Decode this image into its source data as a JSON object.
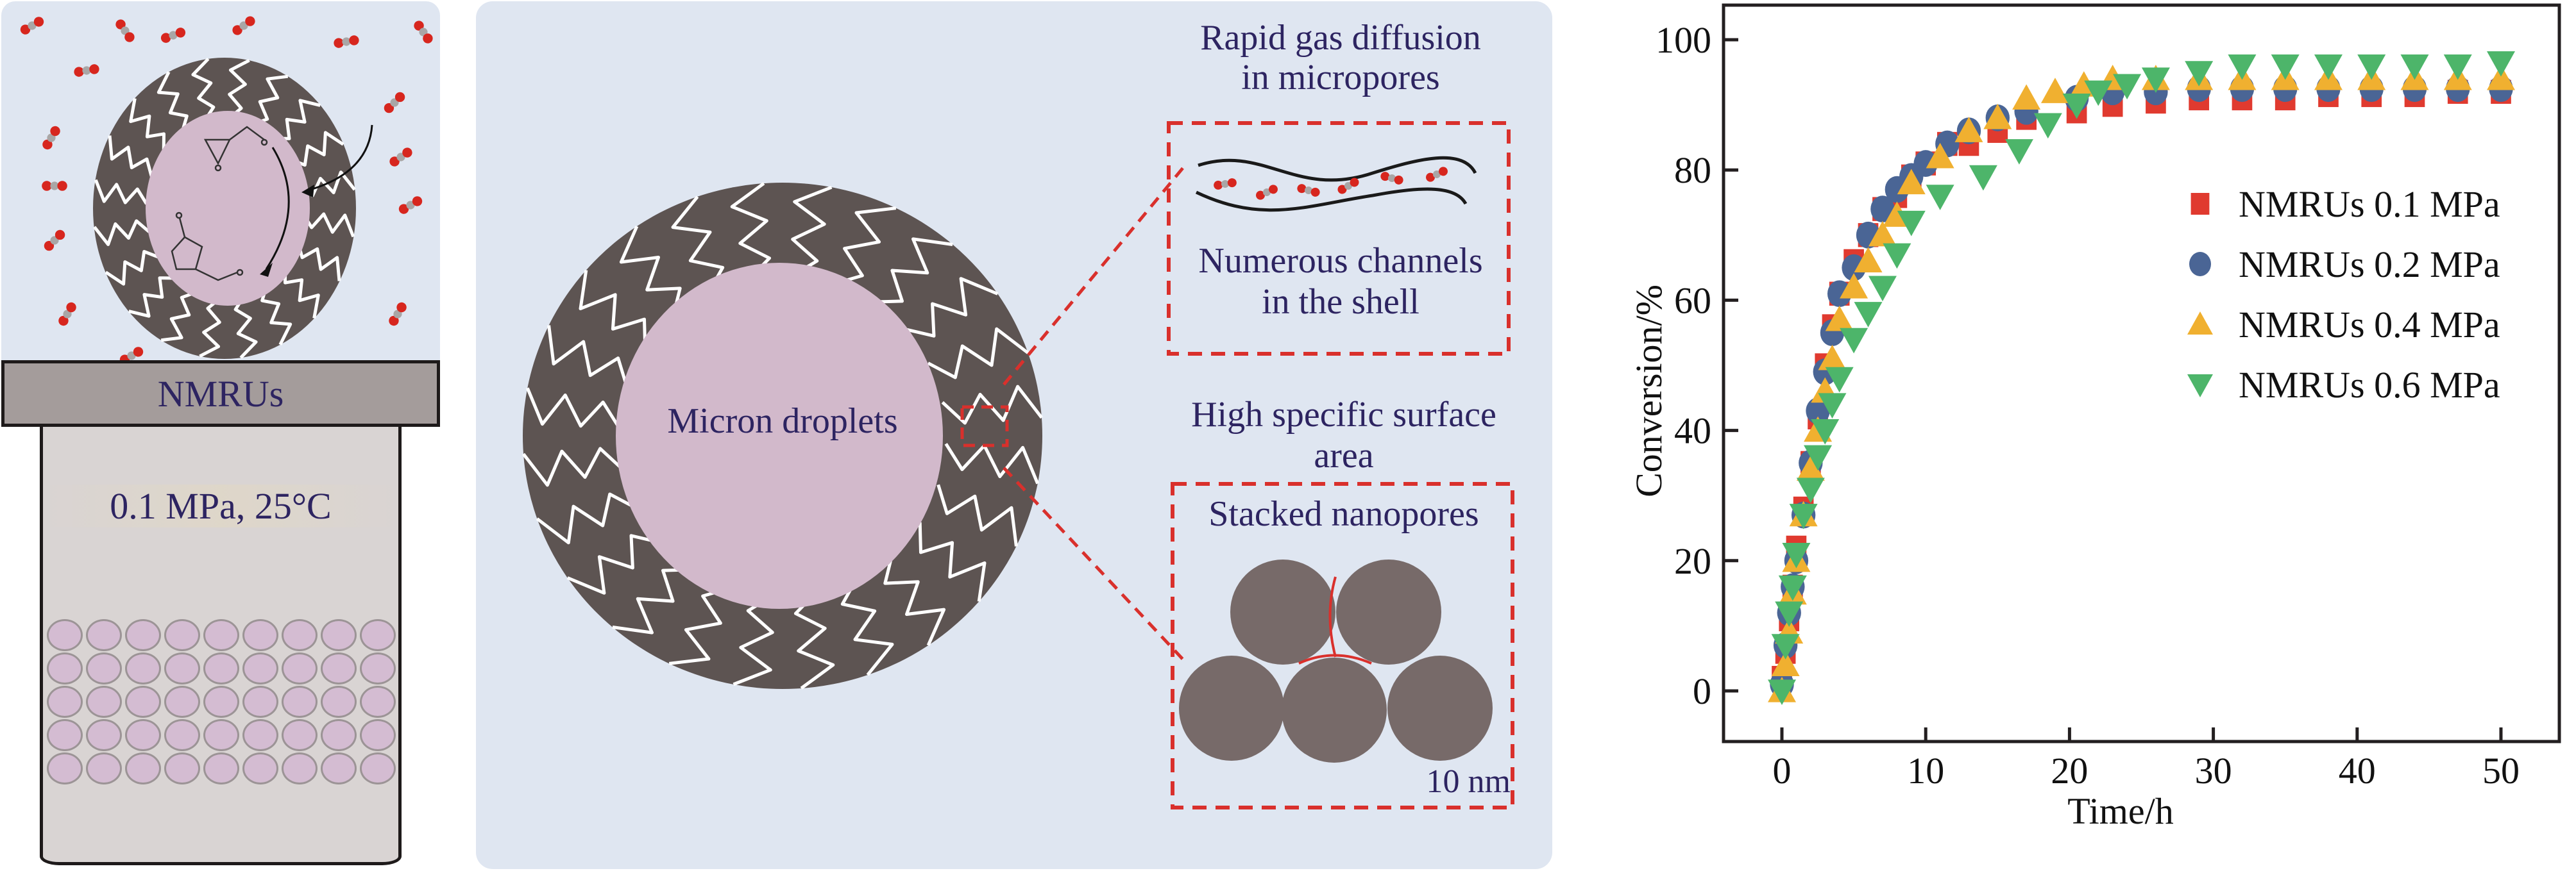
{
  "left_panel": {
    "reaction_scheme": {
      "reactant_icon": "epoxide-structure",
      "product_icon": "cyclic-carbonate-structure",
      "gas_icon": "co2-molecule"
    },
    "vessel": {
      "lid_label": "NMRUs",
      "condition_label": "0.1 MPa, 25°C",
      "droplet_rows": 5,
      "droplet_cols": 9
    }
  },
  "middle_panel": {
    "droplet_label": "Micron droplets",
    "micropore_title": "Rapid gas diffusion\nin micropores",
    "micropore_title_lines": [
      "Rapid gas diffusion",
      "in micropores"
    ],
    "channel_caption_lines": [
      "Numerous channels",
      "in the shell"
    ],
    "surface_title_lines": [
      "High specific surface",
      "area"
    ],
    "nanopore_caption": "Stacked nanopores",
    "scale_label": "10 nm"
  },
  "colors": {
    "panel_bg": "#dfe6f1",
    "shell": "#5d5452",
    "core": "#d2b9cb",
    "label_text": "#2d2461",
    "dash_red": "#d9302c",
    "lid": "#a49c9b",
    "vessel_body": "#d9d4d3",
    "vessel_droplet": "#d4bcd2",
    "nanoparticle": "#776a69"
  },
  "chart_data": {
    "type": "scatter",
    "title": "",
    "xlabel": "Time/h",
    "ylabel": "Conversion/%",
    "xlim": [
      -4,
      54
    ],
    "ylim": [
      -8,
      105
    ],
    "xticks": [
      0,
      10,
      20,
      30,
      40,
      50
    ],
    "yticks": [
      0,
      20,
      40,
      60,
      80,
      100
    ],
    "grid": false,
    "legend_position": "upper-right",
    "series": [
      {
        "name": "NMRUs 0.1 MPa",
        "marker": "square",
        "color": "#e03a2f",
        "x": [
          0,
          0.25,
          0.5,
          0.75,
          1,
          1.5,
          2,
          2.5,
          3,
          3.5,
          4,
          5,
          6,
          7,
          8,
          9,
          10,
          11.5,
          13,
          15,
          17,
          20.5,
          23,
          26,
          29,
          32,
          35,
          38,
          41,
          44,
          47,
          50
        ],
        "y": [
          2,
          6,
          11,
          16,
          22,
          28,
          35,
          42,
          50,
          56,
          61,
          66,
          70,
          74,
          76,
          79,
          81,
          84,
          84,
          86,
          88,
          89,
          90,
          90.5,
          91,
          91,
          91,
          91.5,
          91.5,
          91.5,
          92,
          92
        ]
      },
      {
        "name": "NMRUs 0.2 MPa",
        "marker": "circle",
        "color": "#4a6595",
        "x": [
          0,
          0.25,
          0.5,
          0.75,
          1,
          1.5,
          2,
          2.5,
          3,
          3.5,
          4,
          5,
          6,
          7,
          8,
          9,
          10,
          11.5,
          13,
          15,
          17,
          20.5,
          23,
          26,
          29,
          32,
          35,
          38,
          41,
          44,
          47,
          50
        ],
        "y": [
          1,
          7,
          12,
          16,
          20,
          27,
          35,
          43,
          49,
          55,
          61,
          65,
          70,
          74,
          77,
          79,
          81,
          84,
          86,
          88,
          89,
          91,
          92,
          92,
          92.5,
          92.5,
          92.5,
          92.5,
          92.5,
          92.5,
          92.5,
          92.5
        ]
      },
      {
        "name": "NMRUs 0.4 MPa",
        "marker": "triangle-up",
        "color": "#f0b030",
        "x": [
          0,
          0.25,
          0.5,
          0.75,
          1,
          1.5,
          2,
          2.5,
          3,
          3.5,
          4,
          5,
          6,
          7,
          8,
          9,
          11,
          13,
          15,
          17,
          19,
          21,
          23,
          26,
          29,
          32,
          35,
          38,
          41,
          44,
          47,
          50
        ],
        "y": [
          0,
          4,
          9,
          15,
          20,
          27,
          34,
          40,
          46,
          51,
          57,
          62,
          66,
          70,
          73,
          78,
          82,
          86,
          88,
          91,
          92,
          93,
          94,
          94,
          94,
          94,
          94,
          94,
          94,
          94,
          94,
          94
        ]
      },
      {
        "name": "NMRUs 0.6 MPa",
        "marker": "triangle-down",
        "color": "#4db56a",
        "x": [
          0,
          0.25,
          0.5,
          0.75,
          1,
          1.5,
          2,
          2.5,
          3,
          3.5,
          4,
          5,
          6,
          7,
          8,
          9,
          11,
          14,
          16.5,
          18.5,
          20.5,
          22,
          24,
          26,
          29,
          32,
          35,
          38,
          41,
          44,
          47,
          50
        ],
        "y": [
          0,
          7,
          12,
          16,
          21,
          27,
          31,
          36,
          40,
          44,
          48,
          54,
          58,
          62,
          67,
          72,
          76,
          79,
          83,
          87,
          90,
          92,
          93,
          94,
          95,
          96,
          96,
          96,
          96,
          96,
          96,
          96.5
        ]
      }
    ]
  }
}
